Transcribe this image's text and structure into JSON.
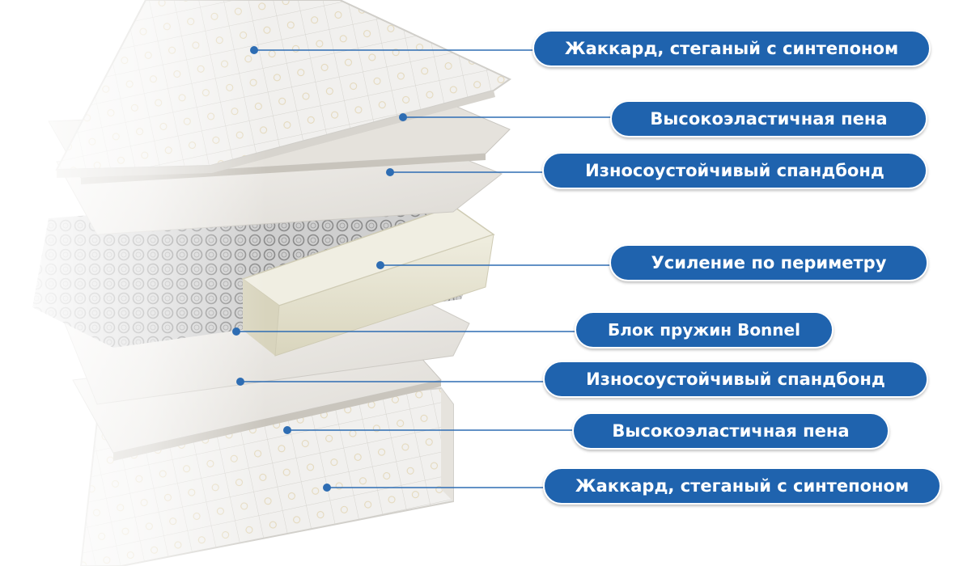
{
  "labels": [
    "Жаккард, стеганый с синтепоном",
    "Высокоэластичная пена",
    "Износоустойчивый спандбонд",
    "Усиление по периметру",
    "Блок пружин Bonnel",
    "Износоустойчивый спандбонд",
    "Высокоэластичная пена",
    "Жаккард, стеганый с синтепоном"
  ],
  "colors": {
    "pill": "#1f63ae",
    "leader": "#2e6db3",
    "foam": "#e8e4cf",
    "layer": "#e5e2dc"
  }
}
